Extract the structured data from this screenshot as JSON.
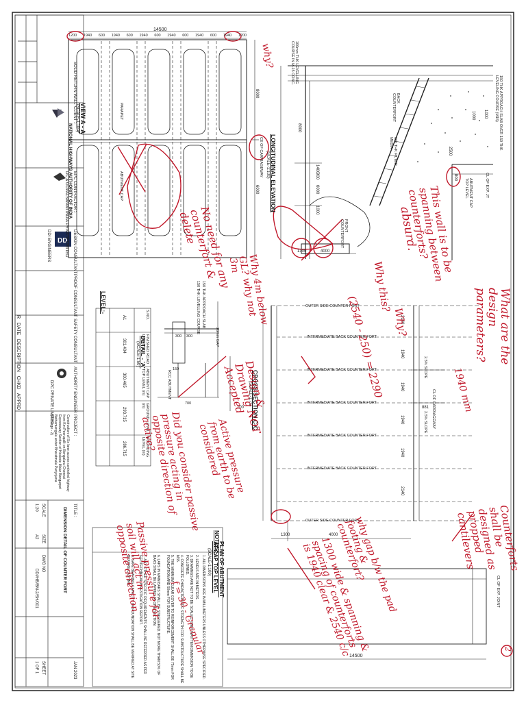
{
  "document": {
    "title_block": {
      "client_label": "CLIENT :-",
      "client_name": "NATIONAL HIGHWAYS AUTHORITY OF INDIA",
      "contractor_label": "EPC CONTRACTOR :-",
      "contractor_name": "DC & GOPALSWAMI INDIA PRIVATE LIMITED",
      "design_consultant_label": "DESIGN CONSULTANT",
      "design_consultant_name": "DDI ENGINEERS",
      "proof_consultant_label": "PROOF CONSULTANT",
      "safety_consultant_label": "SAFETY CONSULTANT",
      "authority_engineer_label": "AUTHORITY ENGINEER",
      "authority_engineer_name": "DPC PRIVATE LIMITED",
      "project_label": "PROJECT :",
      "project_text": "Construction of Six lane access controlled highway from Km Peerupalli on Bengaluru-Chennai Expressway Section of Hoskote Malur Bangarpet Bethamangala under Bharatmala Pariyojana (Package - 2)",
      "drawing_title_label": "TITLE :",
      "drawing_title": "DIMENSION DETAIL OF COUNTER FORT",
      "scale_label": "SCALE",
      "scale_value": "1:20",
      "size_label": "SIZE",
      "size_value": "A2",
      "drawing_no_label": "DWG NO",
      "drawing_no": "DDI/HB/BM-2/SH/001",
      "date_value": "JAN 2023",
      "sheet_label": "SHEET",
      "sheet_value": "1 OF 1",
      "revision_labels": [
        "R",
        "DATE",
        "DESCRIPTION",
        "CHKD",
        "APPRD"
      ]
    },
    "view_a": {
      "title": "VIEW A - A",
      "scale": "(SCALE-1:100)",
      "overall_dim": "14500",
      "dims": [
        "1200",
        "1940",
        "600",
        "1940",
        "600",
        "1940",
        "600",
        "1940",
        "600",
        "1940",
        "600",
        "1940",
        "1200"
      ],
      "label_return_wall": "SOLID RETURN WALL",
      "label_abutment": "ABUTMENT CAP",
      "label_pier": "PARAPET",
      "label_ce": "CE OF CARRIAGEWAY",
      "side_dims": [
        "8000",
        "6000"
      ]
    },
    "longitudinal": {
      "title": "LONGITUDINAL ELEVATION",
      "scale": "(SCALE-1:100)",
      "label_approach_slab": "150 THK APPROACH SLAB OVER 150 THK LEVELING COURSE (M15)",
      "label_levelling": "100mm THK LEVELLING COURSE IN M-15 CONC.",
      "label_back_counterfort": "BACK COUNTERFORT",
      "label_front_counterfort": "FRONT COUNTERFORT",
      "label_filter": "600 THK FILTER MEDIA",
      "label_abutment_cap": "ABUTMENT CAP TOP LEVEL",
      "label_exp": "CL OF EXP. JT",
      "dims": [
        "1000",
        "2500",
        "800",
        "6000",
        "1300",
        "4000",
        "8000",
        "1000",
        "1400",
        "900",
        "1000"
      ]
    },
    "cross_section": {
      "title": "CROSS SECTION C-C",
      "scale": "(SCALE-1:75)",
      "outer_side": "OUTER SIDE COUNTER FORT",
      "intermediate": "INTERMEDIATE BACK COUNTER FORT",
      "carriageway": "CL OF CARRIAGEWAY",
      "slope": "2.5% SLOPE",
      "dims": [
        "2140",
        "1940",
        "1940",
        "1940",
        "1940",
        "2140",
        "881",
        "1300",
        "4000",
        "700"
      ]
    },
    "detail_a": {
      "title": "DETAIL - 'A'",
      "scale": "(SCALE-1:50)",
      "label_approach": "150 THK APPROACH SLAB",
      "label_levelling": "150 THK LEVELLING COURSE",
      "label_rcc": "RCC ABUTMENT",
      "dims": [
        "300",
        "300",
        "150",
        "700",
        "20mm GAP",
        "700"
      ]
    },
    "level_table": {
      "title": "LEVEL:-",
      "headers": [
        "S.NO.",
        "FINISHED ROAD LEVEL (m)",
        "ABUTMENT CAP TOP LEVEL (m)",
        "GROUND LEVEL (m)",
        "FOUNDING LEVEL (m)"
      ],
      "rows": [
        [
          "A1",
          "301.404",
          "300.465",
          "293.715",
          "286.715"
        ]
      ]
    },
    "plan": {
      "title": "PLAN OF ABUTMENT AT CAP TOP LEVEL",
      "scale": "(SCALE-1:100)",
      "dim": "14500",
      "label_exp": "CL OF EXP. JOINT"
    },
    "notes": {
      "title": "NOTES:-",
      "items": [
        "1. ALL DIMENSIONS ARE IN MILLIMETERS UNLESS OTHERWISE SPECIFIED.",
        "2. LEVELS ARE IN METERS.",
        "3. DRAWINGS ARE NOT TO BE SCALED. ONLY WRITTEN DIMENSION TO BE FOLLOWED.",
        "4. CONCRETE CHARACTERISTIC STRENGTH FOR SUBSTRUCTURE SHALL BE M35.",
        "5. THE MINIMUM CLEAR COVER TO REINFORCEMENT SHALL BE 75mm FOR FOUNDATION AND 50mm FOR SUBSTRUCTURE.",
        "6. LAPS IN MAIN BARS SHALL BE STAGGERED. NOT MORE THAN 50% OF BARS SHALL BE LAPPED AT ONE SECTION.",
        "7. ANY OTHER SPECIFIC REQUIREMENTS SHALL BE REFERRED AS PER GEOTECHNICAL INVESTIGATION REPORT.",
        "8. SAFE BEARING CAPACITY OF FOUNDATION SHALL BE VERIFIED AT SITE BEFORE CASTING."
      ]
    },
    "annotations": [
      "What are the design parameters?",
      "why?",
      "This wall is to be spanning between counterforts?",
      "absurd.",
      "No need for any counterfort & delete",
      "Why?",
      "Why this?",
      "(2540 - 250) = 2290",
      "Why 4m below GL? why not 3m",
      "1940 mm",
      "Design & Drawing NOT Accepted",
      "Active pressure from earth to be considered",
      "Did you consider passive pressure acting in opposite direction of active?",
      "Passive pressure for soil will act in opposite direction",
      "Counterforts shall be designed as propped cantilevers",
      "why gap b/w the pad footing & counterfort?",
      "1300 wide & spanning & spacing of counterforts is 1940 clear & 2540 c/c",
      "f = 30 - Granular",
      "2"
    ],
    "colors": {
      "ink": "#1a1a1a",
      "redline": "#c0182a",
      "paper": "#ffffff"
    }
  }
}
